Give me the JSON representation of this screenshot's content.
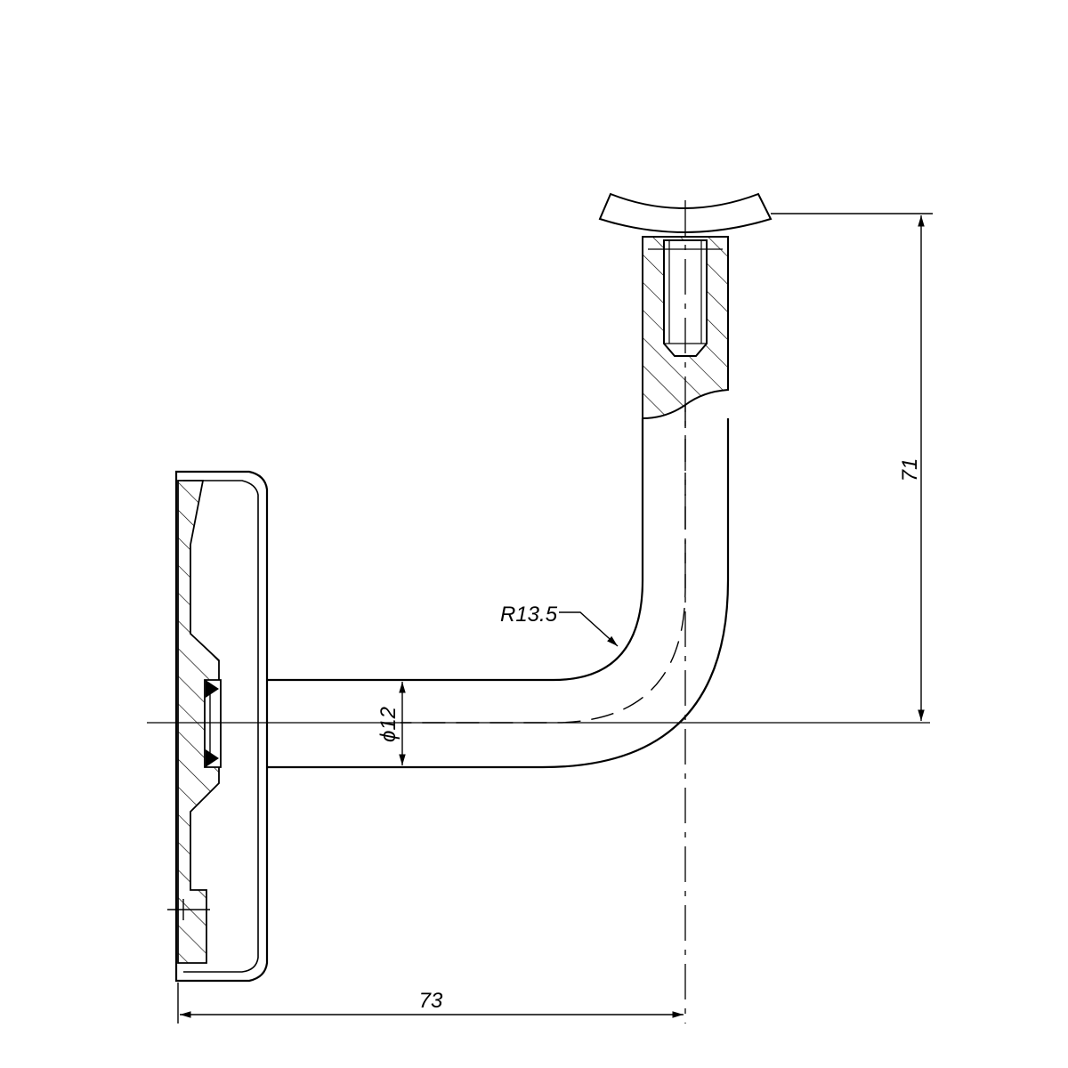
{
  "dimensions": {
    "height_label": "71",
    "width_label": "73",
    "diameter_label": "ϕ12",
    "radius_label": "R13.5"
  },
  "colors": {
    "line": "#000000",
    "background": "#ffffff"
  }
}
